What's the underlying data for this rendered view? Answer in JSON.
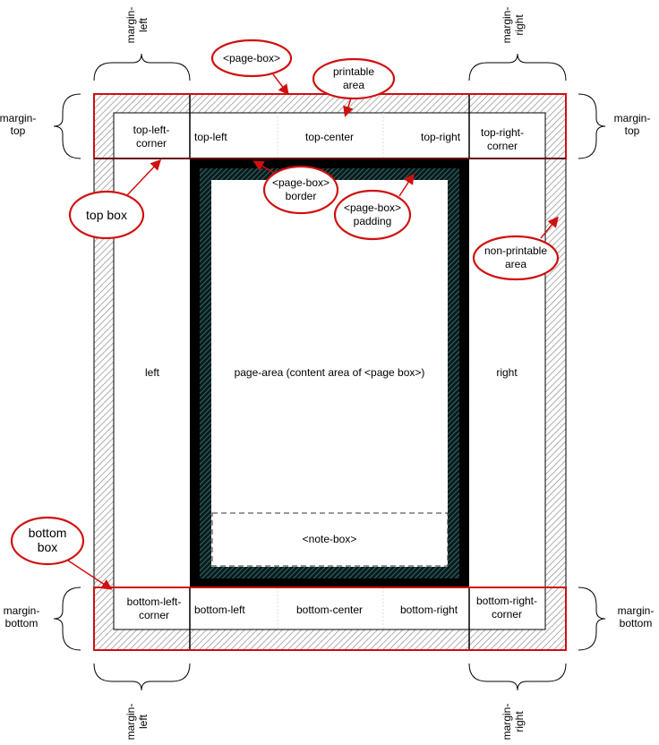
{
  "labels": {
    "margin_left_top_1": "margin-",
    "margin_left_top_2": "left",
    "margin_right_top_1": "margin-",
    "margin_right_top_2": "right",
    "margin_top_left_1": "margin-",
    "margin_top_left_2": "top",
    "margin_top_right_1": "margin-",
    "margin_top_right_2": "top",
    "margin_bottom_left_1": "margin-",
    "margin_bottom_left_2": "bottom",
    "margin_bottom_right_1": "margin-",
    "margin_bottom_right_2": "bottom",
    "margin_left_bottom_1": "margin-",
    "margin_left_bottom_2": "left",
    "margin_right_bottom_1": "margin-",
    "margin_right_bottom_2": "right",
    "top_left_corner_1": "top-left-",
    "top_left_corner_2": "corner",
    "top_left": "top-left",
    "top_center": "top-center",
    "top_right": "top-right",
    "top_right_corner_1": "top-right-",
    "top_right_corner_2": "corner",
    "left": "left",
    "right": "right",
    "page_area": "page-area (content area of <page box>)",
    "note_box": "<note-box>",
    "bottom_left_corner_1": "bottom-left-",
    "bottom_left_corner_2": "corner",
    "bottom_left": "bottom-left",
    "bottom_center": "bottom-center",
    "bottom_right": "bottom-right",
    "bottom_right_corner_1": "bottom-right-",
    "bottom_right_corner_2": "corner"
  },
  "callouts": {
    "page_box": "<page-box>",
    "printable_area_1": "printable",
    "printable_area_2": "area",
    "page_box_border_1": "<page-box>",
    "page_box_border_2": "border",
    "page_box_padding_1": "<page-box>",
    "page_box_padding_2": "padding",
    "non_printable_1": "non-printable",
    "non_printable_2": "area",
    "top_box": "top box",
    "bottom_box_1": "bottom",
    "bottom_box_2": "box"
  },
  "colors": {
    "callout_red": "#d01010",
    "hatch_gray": "#909090",
    "hatch_teal": "#3a7f7f",
    "border_black": "#000000"
  }
}
